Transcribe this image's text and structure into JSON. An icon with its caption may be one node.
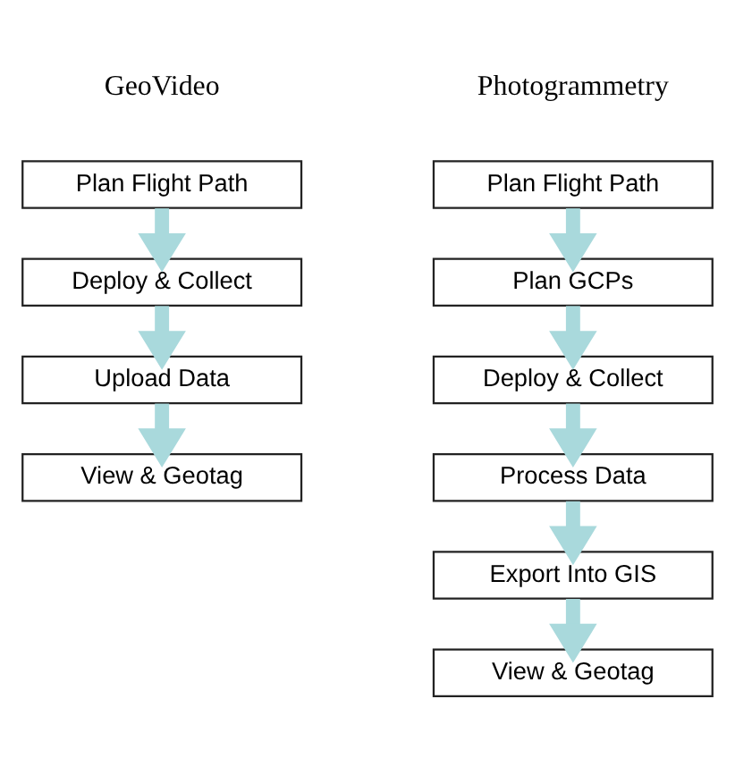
{
  "diagram": {
    "nodes": [
      {
        "text": [
          "Plan Flight Path"
        ]
      },
      {
        "text": [
          "Deploy & Collect"
        ]
      },
      {
        "text": [
          "Upload Data"
        ]
      },
      {
        "text": [
          "View & Geotag"
        ]
      },
      {
        "text": [
          "Plan Flight Path"
        ]
      },
      {
        "text": [
          "Plan GCPs"
        ]
      },
      {
        "text": [
          "Deploy & Collect"
        ]
      },
      {
        "text": [
          "Process Data"
        ]
      },
      {
        "text": [
          "Export Into GIS"
        ]
      },
      {
        "text": [
          "View & Geotag"
        ]
      }
    ],
    "edges": [
      {
        "from": 0,
        "to": 1,
        "arrow": "to"
      },
      {
        "from": 1,
        "to": 2,
        "arrow": "to"
      },
      {
        "from": 2,
        "to": 3,
        "arrow": "to"
      },
      {
        "from": 4,
        "to": 5,
        "arrow": "to"
      },
      {
        "from": 5,
        "to": 6,
        "arrow": "to"
      },
      {
        "from": 6,
        "to": 7,
        "arrow": "to"
      },
      {
        "from": 7,
        "to": 8,
        "arrow": "to"
      },
      {
        "from": 8,
        "to": 9,
        "arrow": "to"
      }
    ],
    "labels": [
      "GeoVideo",
      "Photogrammetry"
    ]
  }
}
